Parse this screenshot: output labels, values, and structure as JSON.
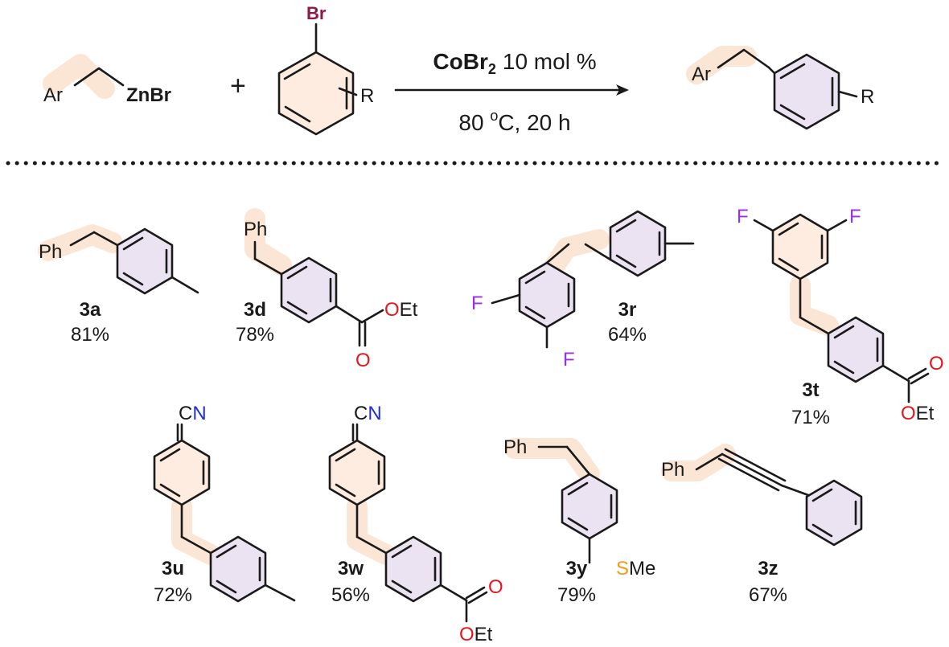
{
  "reaction": {
    "reagent_ar": "Ar",
    "reagent_znbr": "ZnBr",
    "plus": "+",
    "aryl_br": "Br",
    "aryl_r": "R",
    "catalyst_main": "CoBr",
    "catalyst_sub": "2",
    "catalyst_loading": "10 mol %",
    "temp_prefix": "80 ",
    "temp_sup": "o",
    "temp_rest": "C, 20 h",
    "product_ar": "Ar",
    "product_r": "R"
  },
  "products": [
    {
      "id": "3a",
      "yield": "81%",
      "groups": [
        "Ph"
      ]
    },
    {
      "id": "3d",
      "yield": "78%",
      "groups": [
        "Ph",
        "O",
        "OEt"
      ]
    },
    {
      "id": "3r",
      "yield": "64%",
      "groups": [
        "F",
        "F"
      ]
    },
    {
      "id": "3t",
      "yield": "71%",
      "groups": [
        "F",
        "F",
        "O",
        "OEt"
      ]
    },
    {
      "id": "3u",
      "yield": "72%",
      "groups": [
        "CN"
      ]
    },
    {
      "id": "3w",
      "yield": "56%",
      "groups": [
        "CN",
        "O",
        "OEt"
      ]
    },
    {
      "id": "3y",
      "yield": "79%",
      "groups": [
        "Ph",
        "SMe"
      ]
    },
    {
      "id": "3z",
      "yield": "67%",
      "groups": [
        "Ph"
      ]
    }
  ],
  "atoms": {
    "ph": "Ph",
    "f": "F",
    "o": "O",
    "oet_o": "O",
    "oet_et": "Et",
    "c": "C",
    "n": "N",
    "s": "S",
    "me": "Me"
  },
  "colors": {
    "highlight": "#fbe6d6",
    "ring_fill": "#ebe3f2",
    "fluorine": "#9a2fe8",
    "oxygen": "#e8151b",
    "nitrogen": "#1f2fe0",
    "sulfur": "#f29b12",
    "bromine": "#8c1a4c"
  }
}
